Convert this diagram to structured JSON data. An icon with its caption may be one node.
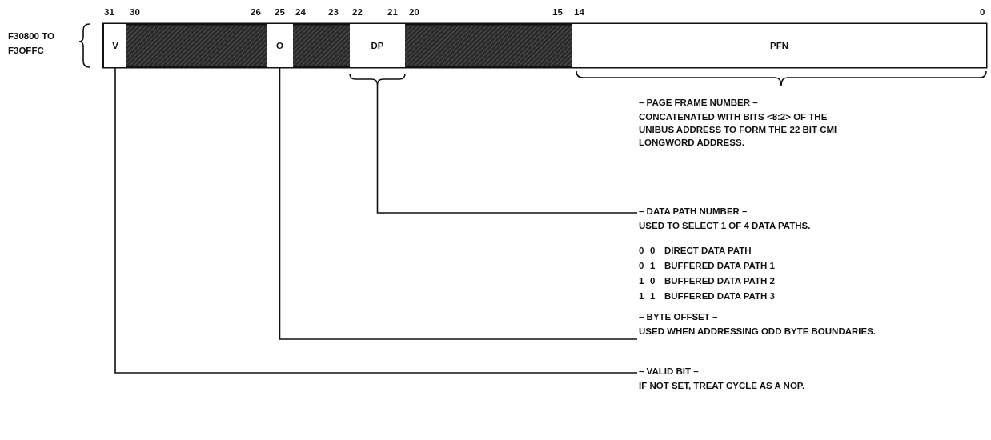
{
  "diagram": {
    "nodes": [
      {
        "text": [
          "V"
        ]
      },
      {
        "text": [
          "O"
        ]
      },
      {
        "text": [
          "DP"
        ]
      },
      {
        "text": [
          "PFN"
        ]
      },
      {
        "text": [
          "– PAGE FRAME NUMBER –",
          "CONCATENATED WITH BITS <8:2> OF THE UNIBUS ADDRESS TO FORM THE 22 BIT CMI LONGWORD ADDRESS."
        ]
      },
      {
        "text": [
          "– DATA PATH NUMBER –",
          "USED TO SELECT 1 OF 4 DATA PATHS."
        ]
      },
      {
        "text": [
          "– BYTE OFFSET –",
          "USED WHEN ADDRESSING ODD BYTE BOUNDARIES."
        ]
      },
      {
        "text": [
          "– VALID BIT –",
          "IF NOT SET, TREAT CYCLE AS A NOP."
        ]
      }
    ],
    "edges": [
      {
        "from": 2,
        "to": 5,
        "arrow": "none"
      },
      {
        "from": 1,
        "to": 6,
        "arrow": "none"
      },
      {
        "from": 0,
        "to": 7,
        "arrow": "none"
      }
    ],
    "labels": [
      "31",
      "30",
      "26",
      "25",
      "24",
      "23",
      "22",
      "21",
      "20",
      "15",
      "14",
      "0",
      "F30800 TO F3OFFC",
      "0",
      "0",
      "DIRECT DATA PATH",
      "0",
      "1",
      "BUFFERED DATA PATH 1",
      "1",
      "0",
      "BUFFERED DATA PATH 2",
      "1",
      "1",
      "BUFFERED DATA PATH 3"
    ]
  }
}
